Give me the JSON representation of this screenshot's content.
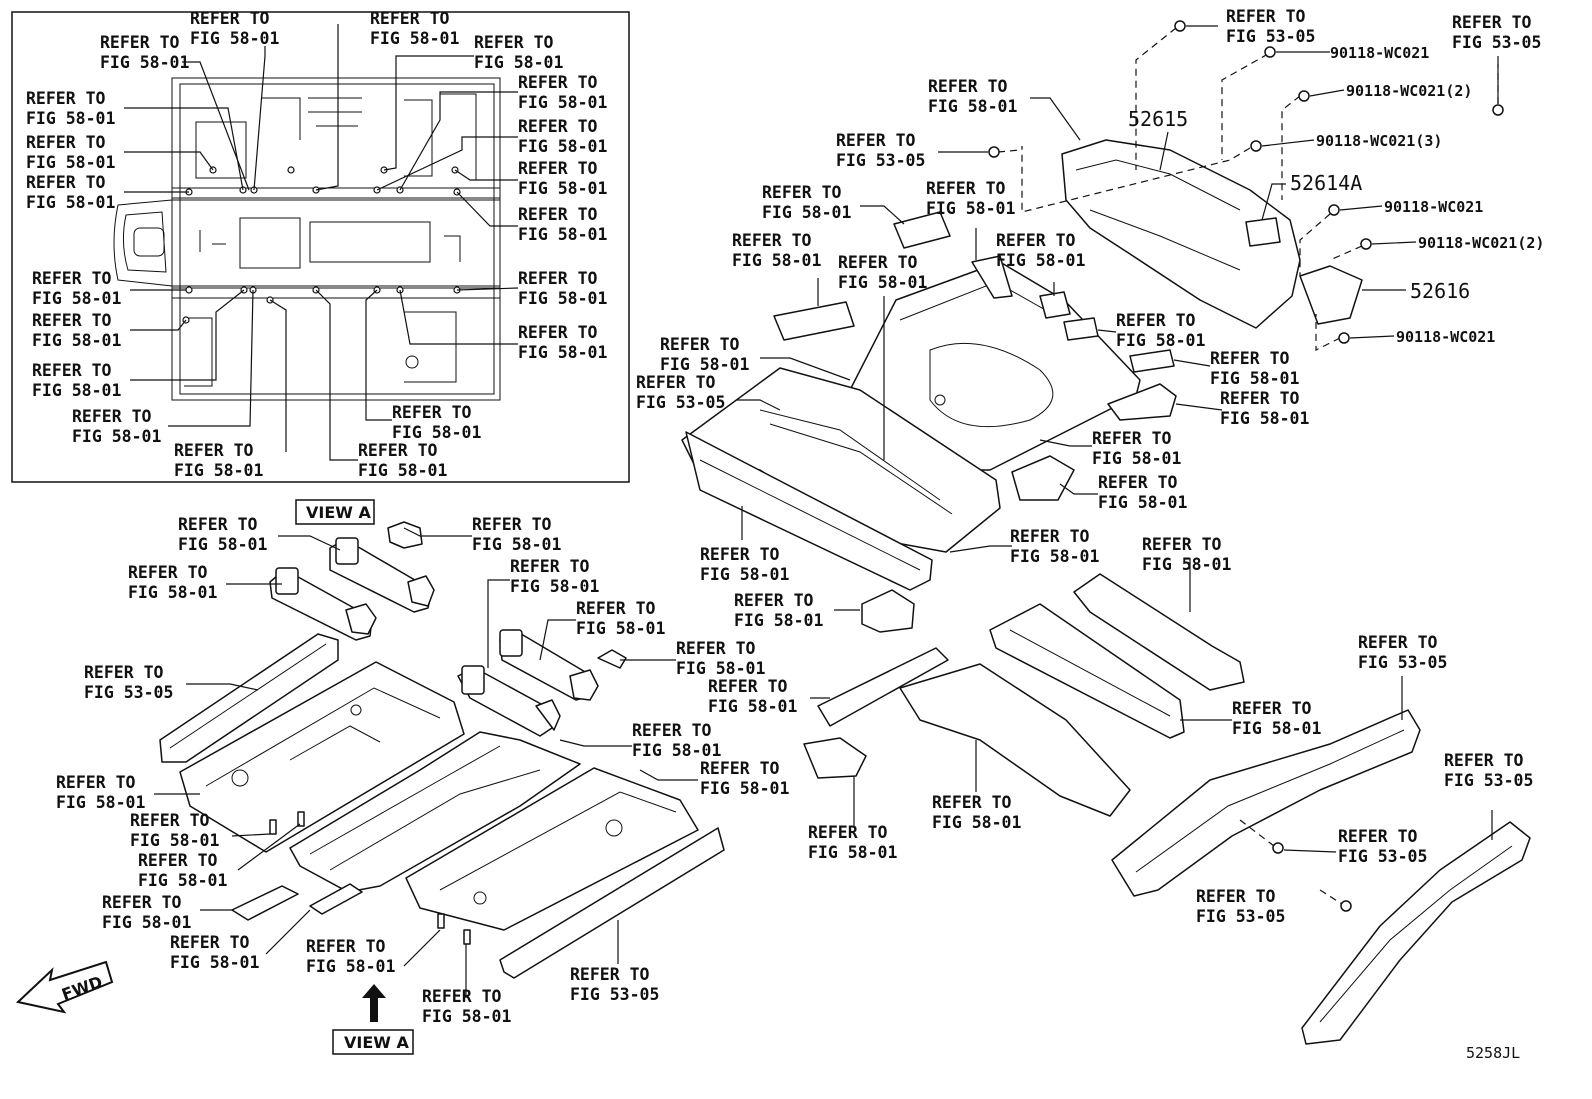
{
  "ref_fig_5801": [
    "REFER TO",
    "FIG 58-01"
  ],
  "ref_fig_5305": [
    "REFER TO",
    "FIG 53-05"
  ],
  "view_a": "VIEW A",
  "fwd": "FWD",
  "diagram_code": "5258JL",
  "parts": {
    "p52615": "52615",
    "p52614a": "52614A",
    "p52616": "52616"
  },
  "fasteners": {
    "f1": "90118-WC021",
    "f2": "90118-WC021(2)",
    "f3": "90118-WC021(3)",
    "f4": "90118-WC021",
    "f5": "90118-WC021(2)",
    "f6": "90118-WC021"
  }
}
